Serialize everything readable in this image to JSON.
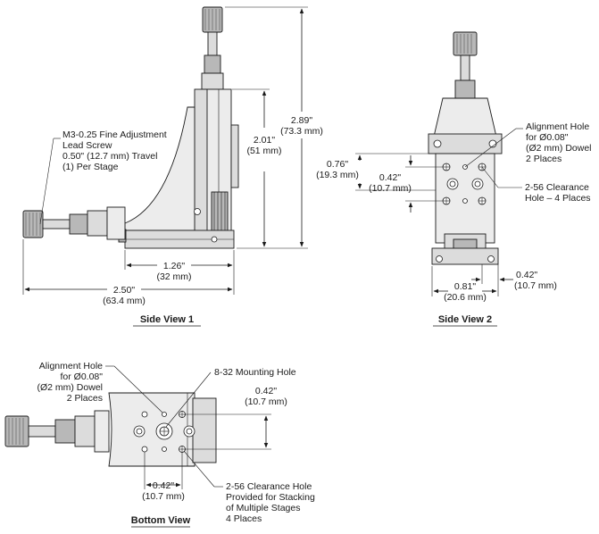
{
  "side_view_1": {
    "caption": "Side View 1",
    "callout_screw": [
      "M3-0.25 Fine Adjustment",
      "Lead Screw",
      "0.50\" (12.7 mm) Travel",
      "(1) Per Stage"
    ],
    "dim_total_height": [
      "2.89\"",
      "(73.3 mm)"
    ],
    "dim_stage_height": [
      "2.01\"",
      "(51 mm)"
    ],
    "dim_base_width": [
      "1.26\"",
      "(32 mm)"
    ],
    "dim_overall_width": [
      "2.50\"",
      "(63.4 mm)"
    ]
  },
  "side_view_2": {
    "caption": "Side View 2",
    "callout_alignment": [
      "Alignment Hole",
      "for Ø0.08\"",
      "(Ø2 mm) Dowel",
      "2 Places"
    ],
    "callout_clearance": [
      "2-56 Clearance",
      "Hole – 4 Places"
    ],
    "dim_outer_vertical": [
      "0.76\"",
      "(19.3 mm)"
    ],
    "dim_inner_vertical": [
      "0.42\"",
      "(10.7 mm)"
    ],
    "dim_right_horizontal": [
      "0.42\"",
      "(10.7 mm)"
    ],
    "dim_bottom_horizontal": [
      "0.81\"",
      "(20.6 mm)"
    ]
  },
  "bottom_view": {
    "caption": "Bottom View",
    "callout_alignment": [
      "Alignment Hole",
      "for Ø0.08\"",
      "(Ø2 mm) Dowel",
      "2 Places"
    ],
    "callout_mounting": "8-32 Mounting Hole",
    "dim_vertical": [
      "0.42\"",
      "(10.7 mm)"
    ],
    "dim_horizontal": [
      "0.42\"",
      "(10.7 mm)"
    ],
    "callout_clearance": [
      "2-56 Clearance Hole",
      "Provided for Stacking",
      "of Multiple Stages",
      "4 Places"
    ]
  }
}
